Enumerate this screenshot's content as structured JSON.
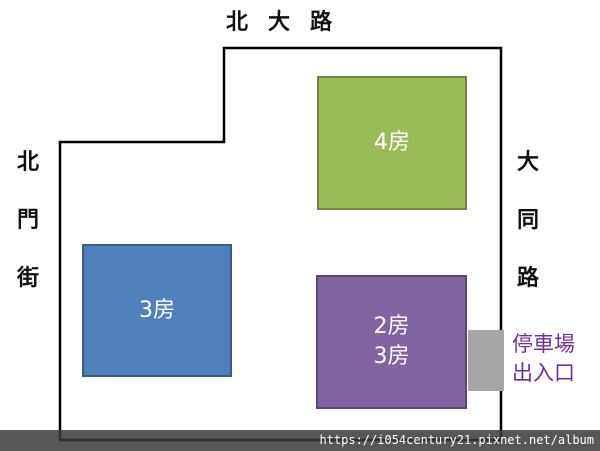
{
  "roads": {
    "top": "北大路",
    "left": [
      "北",
      "門",
      "街"
    ],
    "right": [
      "大",
      "同",
      "路"
    ]
  },
  "blocks": [
    {
      "lines": [
        "4房"
      ],
      "color": "#9bbb59"
    },
    {
      "lines": [
        "3房"
      ],
      "color": "#4f81bd"
    },
    {
      "lines": [
        "2房",
        "3房"
      ],
      "color": "#8064a2"
    }
  ],
  "parking": {
    "lines": [
      "停車場",
      "出入口"
    ],
    "text_color": "#7030a0",
    "bar_color": "#a6a6a6"
  },
  "footer": {
    "url": "https://i054century21.pixnet.net/album"
  }
}
